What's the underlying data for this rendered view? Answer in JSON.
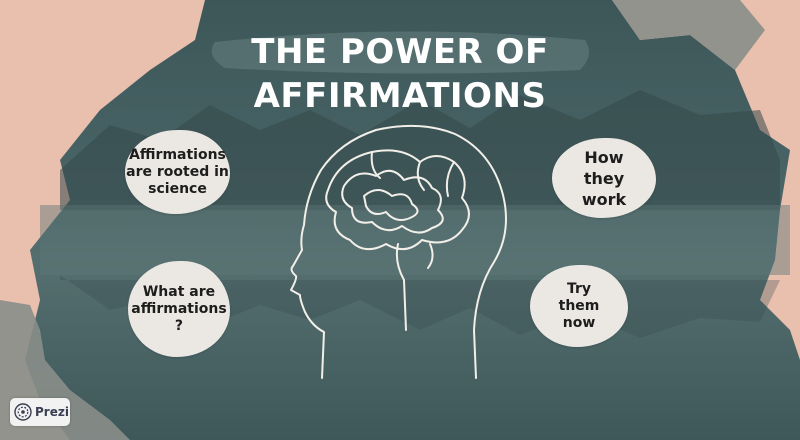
{
  "title": {
    "line1": "THE POWER OF",
    "line2": "AFFIRMATIONS"
  },
  "bubbles": {
    "science": [
      "Affirmations",
      "are rooted in",
      "science"
    ],
    "how": [
      "How",
      "they",
      "work"
    ],
    "what": [
      "What are",
      "affirmations",
      "?"
    ],
    "try": [
      "Try",
      "them",
      "now"
    ]
  },
  "branding": {
    "logo_label": "Prezi",
    "logo_icon": "prezi-logo-icon"
  },
  "colors": {
    "canvas": "#3f5a5c",
    "accent_peach": "#e9bfae",
    "bubble": "#ebe8e3",
    "title_text": "#ffffff"
  },
  "icons": {
    "head_illustration": "human-head-brain-line-drawing-icon"
  }
}
